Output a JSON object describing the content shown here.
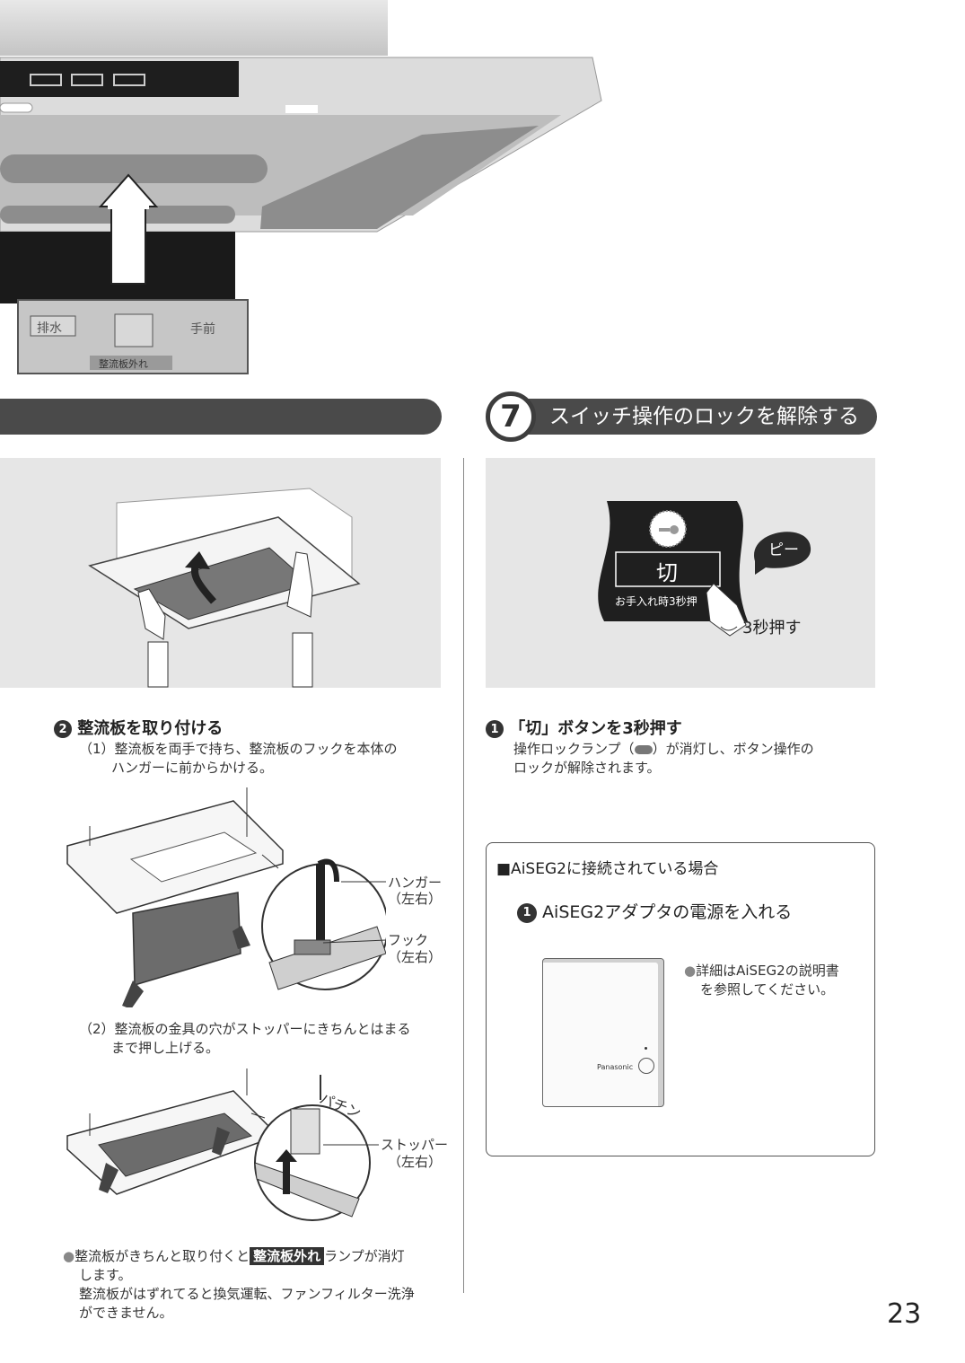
{
  "step7": {
    "number": "7",
    "title": "スイッチ操作のロックを解除する"
  },
  "top_figure": {
    "drain_label": "排水",
    "front_label": "手前",
    "filter_label": "整流板外れ"
  },
  "left": {
    "section_num": "2",
    "section_title": "整流板を取り付ける",
    "sub1_a": "（1）整流板を両手で持ち、整流板のフックを本体の",
    "sub1_b": "ハンガーに前からかける。",
    "hanger_label": "ハンガー",
    "hanger_side": "（左右）",
    "hook_label": "フック",
    "hook_side": "（左右）",
    "sub2_a": "（2）整流板の金具の穴がストッパーにきちんとはまる",
    "sub2_b": "まで押し上げる。",
    "snap_sound": "パチン",
    "stopper_label": "ストッパー",
    "stopper_side": "（左右）",
    "note_prefix": "整流板がきちんと取り付くと",
    "note_badge": "整流板外れ",
    "note_suffix": "ランプが消灯",
    "note_line2": "します。",
    "note_line3": "整流板がはずれてると換気運転、ファンフィルター洗浄",
    "note_line4": "ができません。"
  },
  "right": {
    "panel_button": "切",
    "panel_sub": "お手入れ時3秒押",
    "beep": "ピー",
    "press_label": "3秒押す",
    "section_num": "1",
    "section_title": "「切」ボタンを3秒押す",
    "desc_a_1": "操作ロックランプ（",
    "desc_a_2": "）が消灯し、ボタン操作の",
    "desc_b": "ロックが解除されます。",
    "box_title": "■AiSEG2に接続されている場合",
    "box_step_num": "1",
    "box_step_title": "AiSEG2アダプタの電源を入れる",
    "box_note_1": "詳細はAiSEG2の説明書",
    "box_note_2": "を参照してください。",
    "adapter_brand": "Panasonic"
  },
  "page_number": "23"
}
